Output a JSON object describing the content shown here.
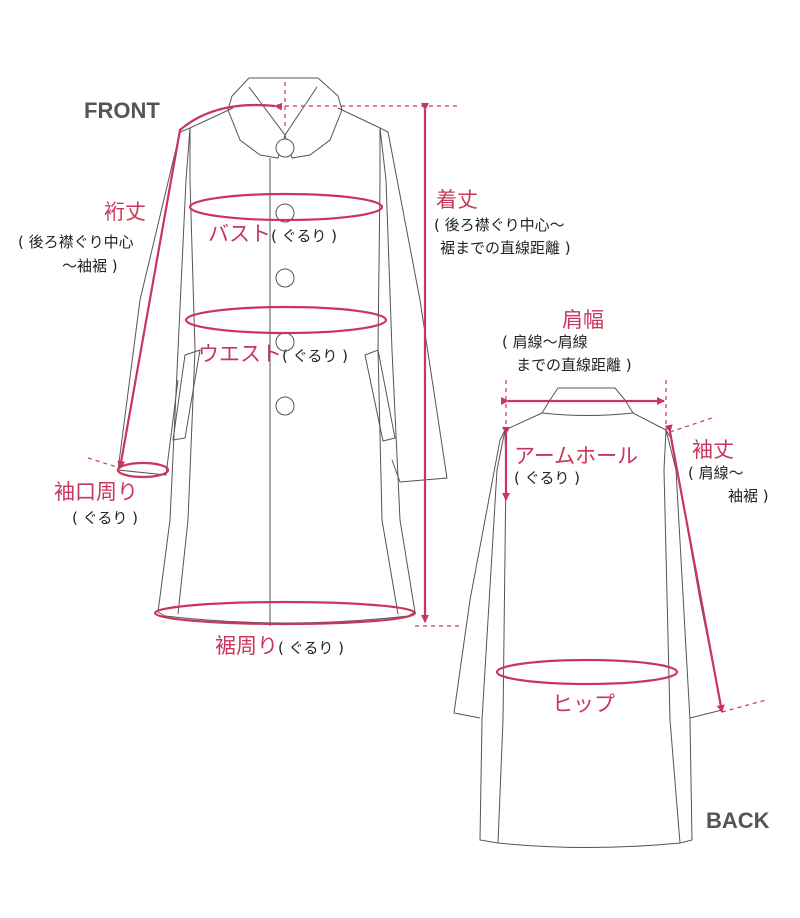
{
  "colors": {
    "accent": "#c8365b",
    "outline": "#555555",
    "text": "#222222",
    "title": "#555555"
  },
  "views": {
    "front": {
      "title": "FRONT"
    },
    "back": {
      "title": "BACK"
    }
  },
  "measurements": {
    "yuki": {
      "label": "裄丈",
      "note_line1": "( 後ろ襟ぐり中心",
      "note_line2": "〜袖裾 )"
    },
    "bust": {
      "label": "バスト",
      "note": "( ぐるり )"
    },
    "waist": {
      "label": "ウエスト",
      "note": "( ぐるり )"
    },
    "cuff": {
      "label": "袖口周り",
      "note": "( ぐるり )"
    },
    "hem": {
      "label": "裾周り",
      "note": "( ぐるり )"
    },
    "length": {
      "label": "着丈",
      "note_line1": "( 後ろ襟ぐり中心〜",
      "note_line2": "裾までの直線距離 )"
    },
    "shoulder": {
      "label": "肩幅",
      "note_line1": "( 肩線〜肩線",
      "note_line2": "までの直線距離 )"
    },
    "armhole": {
      "label": "アームホール",
      "note": "( ぐるり )"
    },
    "sleeve": {
      "label": "袖丈",
      "note_line1": "( 肩線〜",
      "note_line2": "袖裾 )"
    },
    "hip": {
      "label": "ヒップ"
    }
  }
}
